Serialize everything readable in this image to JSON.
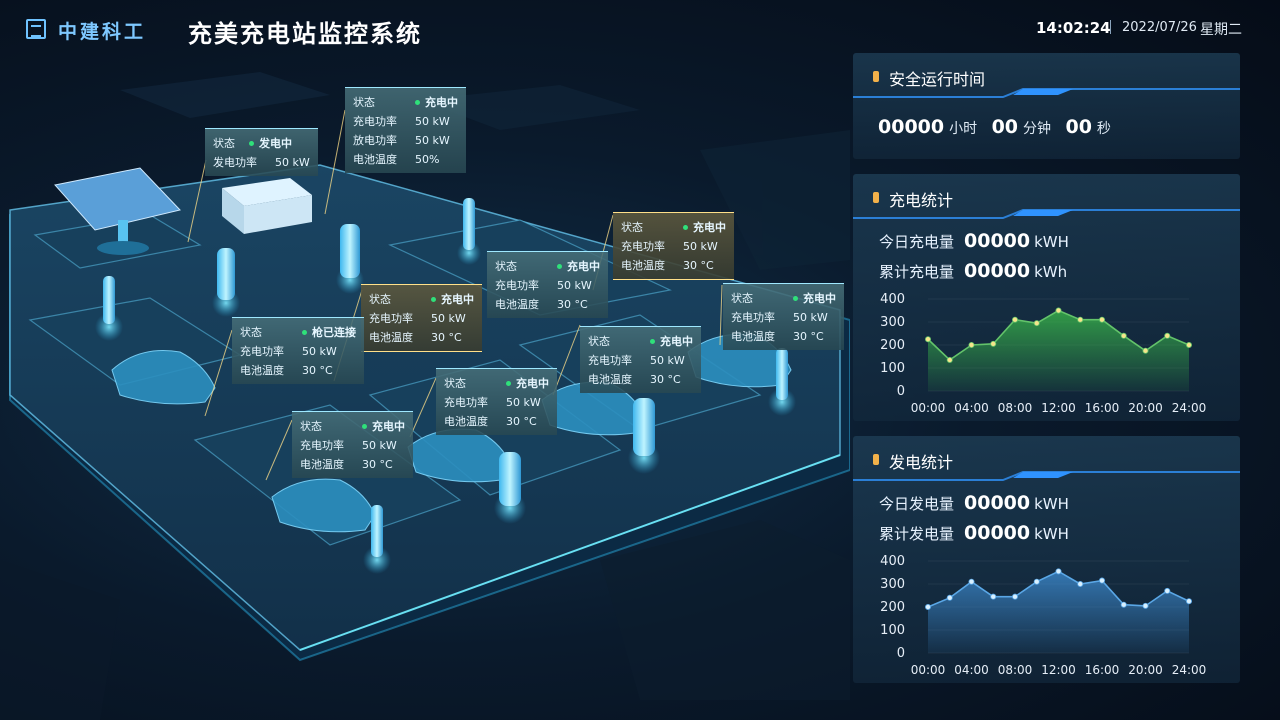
{
  "header": {
    "company": "中建科工",
    "title": "充美充电站监控系统",
    "time": "14:02:24",
    "date": "2022/07/26",
    "weekday": "星期二"
  },
  "tags": {
    "generator": {
      "status_label": "状态",
      "status": "发电中",
      "power_label": "发电功率",
      "power": "50 kW"
    },
    "storage": {
      "status_label": "状态",
      "status": "充电中",
      "charge_label": "充电功率",
      "charge": "50 kW",
      "discharge_label": "放电功率",
      "discharge": "50 kW",
      "temp_label": "电池温度",
      "temp": "50%"
    },
    "t1": {
      "status_label": "状态",
      "status": "充电中",
      "power_label": "充电功率",
      "power": "50 kW",
      "temp_label": "电池温度",
      "temp": "30 °C"
    },
    "t2": {
      "status_label": "状态",
      "status": "充电中",
      "power_label": "充电功率",
      "power": "50 kW",
      "temp_label": "电池温度",
      "temp": "30 °C"
    },
    "t3": {
      "status_label": "状态",
      "status": "充电中",
      "power_label": "充电功率",
      "power": "50 kW",
      "temp_label": "电池温度",
      "temp": "30 °C"
    },
    "t4": {
      "status_label": "状态",
      "status": "枪已连接",
      "power_label": "充电功率",
      "power": "50 kW",
      "temp_label": "电池温度",
      "temp": "30 °C"
    },
    "t5": {
      "status_label": "状态",
      "status": "充电中",
      "power_label": "充电功率",
      "power": "50 kW",
      "temp_label": "电池温度",
      "temp": "30 °C"
    },
    "t6": {
      "status_label": "状态",
      "status": "充电中",
      "power_label": "充电功率",
      "power": "50 kW",
      "temp_label": "电池温度",
      "temp": "30 °C"
    },
    "t7": {
      "status_label": "状态",
      "status": "充电中",
      "power_label": "充电功率",
      "power": "50 kW",
      "temp_label": "电池温度",
      "temp": "30 °C"
    },
    "t8": {
      "status_label": "状态",
      "status": "充电中",
      "power_label": "充电功率",
      "power": "50 kW",
      "temp_label": "电池温度",
      "temp": "30 °C"
    }
  },
  "runtime": {
    "title": "安全运行时间",
    "hours": "00000",
    "hours_unit": "小时",
    "minutes": "00",
    "minutes_unit": "分钟",
    "seconds": "00",
    "seconds_unit": "秒"
  },
  "charging": {
    "title": "充电统计",
    "today_label": "今日充电量",
    "today_value": "00000",
    "today_unit": "kWH",
    "total_label": "累计充电量",
    "total_value": "00000",
    "total_unit": "kWh"
  },
  "generation": {
    "title": "发电统计",
    "today_label": "今日发电量",
    "today_value": "00000",
    "today_unit": "kWH",
    "total_label": "累计发电量",
    "total_value": "00000",
    "total_unit": "kWH"
  },
  "colors": {
    "accent": "#2fe07a",
    "chart_green": "#3bbf4a",
    "chart_blue": "#3f8fd6",
    "gold": "#ffe08a"
  },
  "chart_data": [
    {
      "type": "area",
      "x": [
        "00:00",
        "02:00",
        "04:00",
        "06:00",
        "08:00",
        "10:00",
        "12:00",
        "14:00",
        "16:00",
        "18:00",
        "20:00",
        "22:00",
        "24:00"
      ],
      "xticks": [
        "00:00",
        "04:00",
        "08:00",
        "12:00",
        "16:00",
        "20:00",
        "24:00"
      ],
      "yticks": [
        "0",
        "100",
        "200",
        "300",
        "400"
      ],
      "values": [
        225,
        135,
        200,
        205,
        310,
        295,
        350,
        310,
        310,
        240,
        175,
        240,
        200
      ],
      "ylim": [
        0,
        400
      ]
    },
    {
      "type": "area",
      "x": [
        "00:00",
        "02:00",
        "04:00",
        "06:00",
        "08:00",
        "10:00",
        "12:00",
        "14:00",
        "16:00",
        "18:00",
        "20:00",
        "22:00",
        "24:00"
      ],
      "xticks": [
        "00:00",
        "04:00",
        "08:00",
        "12:00",
        "16:00",
        "20:00",
        "24:00"
      ],
      "yticks": [
        "0",
        "100",
        "200",
        "300",
        "400"
      ],
      "values": [
        200,
        240,
        310,
        245,
        245,
        310,
        355,
        300,
        315,
        210,
        205,
        270,
        225
      ],
      "ylim": [
        0,
        400
      ]
    }
  ]
}
